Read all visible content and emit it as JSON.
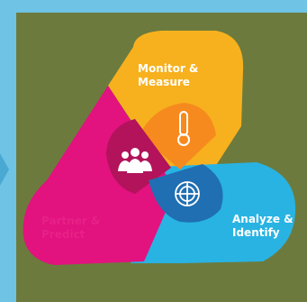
{
  "diagram": {
    "segments": [
      {
        "id": "monitor",
        "label": "Monitor &\nMeasure",
        "color": "#f7b11e",
        "icon": "thermometer-icon"
      },
      {
        "id": "partner",
        "label": "Partner &\nPredict",
        "color": "#e2127f",
        "icon": "people-icon"
      },
      {
        "id": "analyze",
        "label": "Analyze &\nIdentify",
        "color": "#29b3e3",
        "icon": "radar-icon"
      }
    ]
  },
  "colors": {
    "background": "#6c7b3d",
    "border": "#6fc3e4",
    "center_monitor": "#f68a1e",
    "center_partner": "#b2135b",
    "center_analyze": "#1f6fb2"
  }
}
